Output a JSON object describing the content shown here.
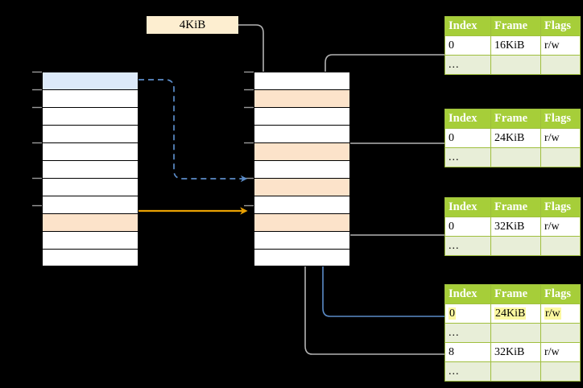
{
  "diagram": {
    "title_tag": {
      "label": "4KiB"
    },
    "virtual_column": {
      "name": "virtual-address-space",
      "rows": [
        {
          "index": 0,
          "fill": "blue"
        },
        {
          "index": 1,
          "fill": "white"
        },
        {
          "index": 2,
          "fill": "white"
        },
        {
          "index": 3,
          "fill": "white"
        },
        {
          "index": 4,
          "fill": "white"
        },
        {
          "index": 5,
          "fill": "white"
        },
        {
          "index": 6,
          "fill": "white"
        },
        {
          "index": 7,
          "fill": "white"
        },
        {
          "index": 8,
          "fill": "peach"
        },
        {
          "index": 9,
          "fill": "white"
        },
        {
          "index": 10,
          "fill": "white"
        }
      ]
    },
    "physical_column": {
      "name": "physical-memory",
      "rows": [
        {
          "index": 0,
          "fill": "white"
        },
        {
          "index": 1,
          "fill": "peach"
        },
        {
          "index": 2,
          "fill": "white"
        },
        {
          "index": 3,
          "fill": "white"
        },
        {
          "index": 4,
          "fill": "peach"
        },
        {
          "index": 5,
          "fill": "white"
        },
        {
          "index": 6,
          "fill": "peach"
        },
        {
          "index": 7,
          "fill": "white"
        },
        {
          "index": 8,
          "fill": "peach"
        },
        {
          "index": 9,
          "fill": "white"
        },
        {
          "index": 10,
          "fill": "white"
        }
      ]
    },
    "tables": [
      {
        "name": "page-table-level-1",
        "headers": [
          "Index",
          "Frame",
          "Flags"
        ],
        "rows": [
          {
            "cells": [
              "0",
              "16KiB",
              "r/w"
            ],
            "style": "plain",
            "highlight": [
              false,
              false,
              false
            ]
          },
          {
            "cells": [
              "...",
              "",
              ""
            ],
            "style": "alt",
            "highlight": [
              false,
              false,
              false
            ]
          }
        ]
      },
      {
        "name": "page-table-level-2",
        "headers": [
          "Index",
          "Frame",
          "Flags"
        ],
        "rows": [
          {
            "cells": [
              "0",
              "24KiB",
              "r/w"
            ],
            "style": "plain",
            "highlight": [
              false,
              false,
              false
            ]
          },
          {
            "cells": [
              "...",
              "",
              ""
            ],
            "style": "alt",
            "highlight": [
              false,
              false,
              false
            ]
          }
        ]
      },
      {
        "name": "page-table-level-3",
        "headers": [
          "Index",
          "Frame",
          "Flags"
        ],
        "rows": [
          {
            "cells": [
              "0",
              "32KiB",
              "r/w"
            ],
            "style": "plain",
            "highlight": [
              false,
              false,
              false
            ]
          },
          {
            "cells": [
              "...",
              "",
              ""
            ],
            "style": "alt",
            "highlight": [
              false,
              false,
              false
            ]
          }
        ]
      },
      {
        "name": "page-table-level-4",
        "headers": [
          "Index",
          "Frame",
          "Flags"
        ],
        "rows": [
          {
            "cells": [
              "0",
              "24KiB",
              "r/w"
            ],
            "style": "plain",
            "highlight": [
              true,
              true,
              true
            ]
          },
          {
            "cells": [
              "...",
              "",
              ""
            ],
            "style": "alt",
            "highlight": [
              false,
              false,
              false
            ]
          },
          {
            "cells": [
              "8",
              "32KiB",
              "r/w"
            ],
            "style": "plain",
            "highlight": [
              false,
              false,
              false
            ]
          },
          {
            "cells": [
              "...",
              "",
              ""
            ],
            "style": "alt",
            "highlight": [
              false,
              false,
              false
            ]
          }
        ]
      }
    ],
    "colors": {
      "background": "#000000",
      "table_header": "#a6ce39",
      "table_alt_row": "#e8eed8",
      "table_border": "#9fbf3e",
      "highlight_yellow": "#fcf8a0",
      "tag_fill": "#fdeed0",
      "blue_cell": "#dce9f9",
      "peach_cell": "#fce3ca",
      "blue_arrow": "#5b8cc8",
      "orange_arrow": "#e8a002",
      "gray_wire": "#b3b3b3"
    }
  }
}
